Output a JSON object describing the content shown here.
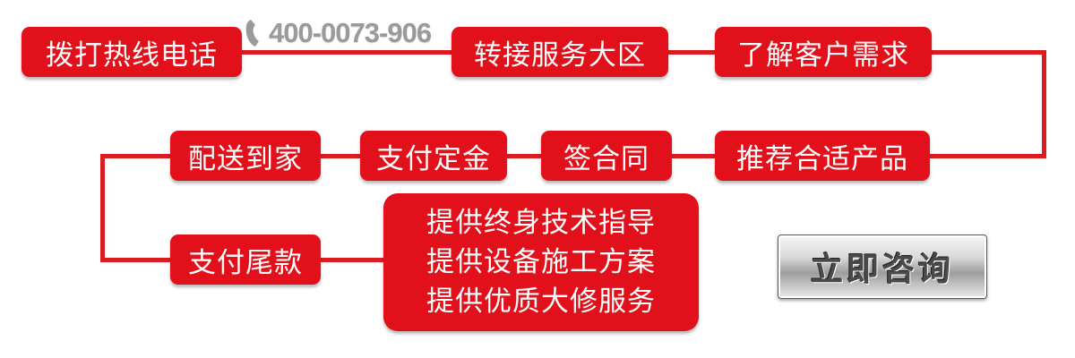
{
  "header": {
    "phone_number": "400-0073-906"
  },
  "flow": {
    "steps": [
      "拨打热线电话",
      "转接服务大区",
      "了解客户需求",
      "推荐合适产品",
      "签合同",
      "支付定金",
      "配送到家",
      "支付尾款"
    ],
    "services": [
      "提供终身技术指导",
      "提供设备施工方案",
      "提供优质大修服务"
    ]
  },
  "cta": {
    "label": "立即咨询"
  },
  "colors": {
    "accent_red": "#e2101a",
    "line_red": "#dd1c22",
    "phone_gray": "#9a9a9a"
  },
  "icons": {
    "phone": "phone-icon"
  }
}
